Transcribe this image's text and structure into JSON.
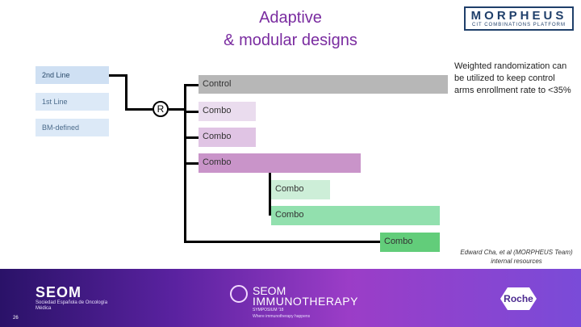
{
  "slide": {
    "title_line1": "Adaptive",
    "title_line2": "& modular designs",
    "page_number": "26"
  },
  "logo": {
    "word": "MORPHEUS",
    "sub": "CIT COMBINATIONS PLATFORM"
  },
  "lines": [
    {
      "label": "2nd Line"
    },
    {
      "label": "1st Line"
    },
    {
      "label": "BM-defined"
    }
  ],
  "randomization": {
    "symbol": "R"
  },
  "arms": [
    {
      "label": "Control",
      "color": "#b7b7b7"
    },
    {
      "label": "Combo",
      "color": "#eadcee"
    },
    {
      "label": "Combo",
      "color": "#e0c4e4"
    },
    {
      "label": "Combo",
      "color": "#c994c9"
    },
    {
      "label": "Combo",
      "color": "#cdeed8"
    },
    {
      "label": "Combo",
      "color": "#92e0ae"
    },
    {
      "label": "Combo",
      "color": "#62cd7a"
    }
  ],
  "note": "Weighted randomization can be utilized to keep control arms enrollment rate to <35%",
  "credit": "Edward Cha, et al (MORPHEUS Team) internal resources",
  "footer": {
    "seom_logo": "SEOM",
    "seom_sub": "Sociedad Española de Oncología Médica",
    "immuno_seom": "SEOM",
    "immuno_title": "IMMUNOTHERAPY",
    "immuno_symposium": "SYMPOSIUM '18",
    "immuno_tagline": "Where immunotherapy happens",
    "roche": "Roche"
  }
}
